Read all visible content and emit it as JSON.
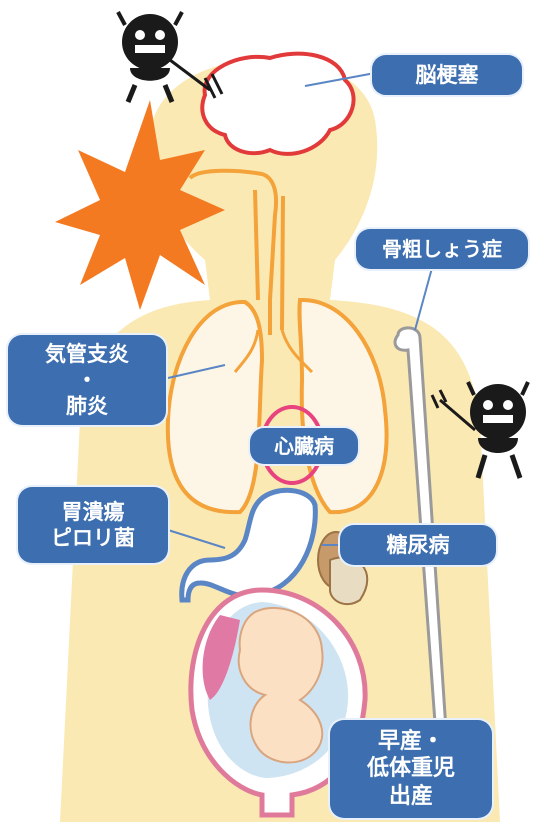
{
  "labels": {
    "stroke": "脳梗塞",
    "osteoporosis": "骨粗しょう症",
    "bronchitis": [
      "気管支炎",
      "・",
      "肺炎"
    ],
    "heart": "心臓病",
    "stomach": [
      "胃潰瘍",
      "ピロリ菌"
    ],
    "diabetes": "糖尿病",
    "birth": [
      "早産・",
      "低体重児",
      "出産"
    ]
  },
  "colors": {
    "label_bg": "#3d6fb0",
    "label_text": "#ffffff",
    "body": "#fbe9b3",
    "organ_outline": "#f4a23a",
    "explosion": "#f47a22",
    "heart_ring": "#e8437e",
    "leader_line": "#5a86c6",
    "uterus": "#e07a9b"
  },
  "icons": [
    "devil-with-trident-icon",
    "explosion-icon"
  ]
}
